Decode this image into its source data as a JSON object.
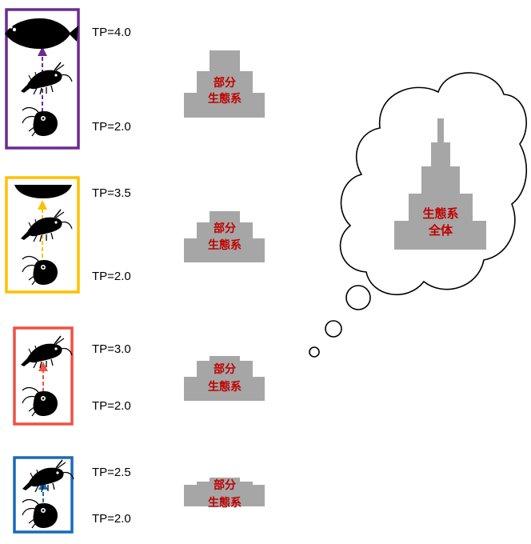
{
  "colors": {
    "panel1": "#6a2c91",
    "panel2": "#ffc000",
    "panel3": "#ef5145",
    "panel4": "#1a6ab8",
    "pyramid": "#a6a6a6",
    "label": "#c00000"
  },
  "panels": [
    {
      "top_tp": "TP=4.0",
      "bottom_tp": "TP=2.0",
      "eco_line1": "部分",
      "eco_line2": "生態系"
    },
    {
      "top_tp": "TP=3.5",
      "bottom_tp": "TP=2.0",
      "eco_line1": "部分",
      "eco_line2": "生態系"
    },
    {
      "top_tp": "TP=3.0",
      "bottom_tp": "TP=2.0",
      "eco_line1": "部分",
      "eco_line2": "生態系"
    },
    {
      "top_tp": "TP=2.5",
      "bottom_tp": "TP=2.0",
      "eco_line1": "部分",
      "eco_line2": "生態系"
    }
  ],
  "thought": {
    "line1": "生態系",
    "line2": "全体"
  }
}
